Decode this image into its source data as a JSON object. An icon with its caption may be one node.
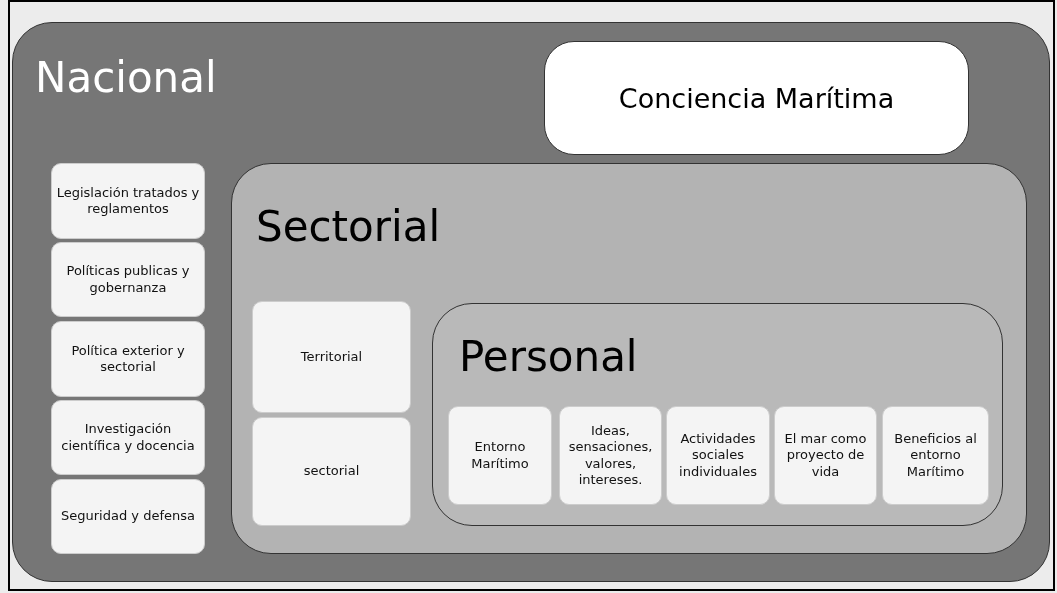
{
  "diagram": {
    "nodes": [
      {
        "text": [
          "Nacional"
        ]
      },
      {
        "text": [
          "Conciencia Marítima"
        ],
        "in": 0
      },
      {
        "text": [
          "Legislación tratados y reglamentos"
        ],
        "in": 0
      },
      {
        "text": [
          "Políticas publicas y gobernanza"
        ],
        "in": 0
      },
      {
        "text": [
          "Política exterior y sectorial"
        ],
        "in": 0
      },
      {
        "text": [
          "Investigación científica y docencia"
        ],
        "in": 0
      },
      {
        "text": [
          "Seguridad y defensa"
        ],
        "in": 0
      },
      {
        "text": [
          "Sectorial"
        ],
        "in": 0
      },
      {
        "text": [
          "Territorial"
        ],
        "in": 7
      },
      {
        "text": [
          "sectorial"
        ],
        "in": 7
      },
      {
        "text": [
          "Personal"
        ],
        "in": 7
      },
      {
        "text": [
          "Entorno Marítimo"
        ],
        "in": 10
      },
      {
        "text": [
          "Ideas, sensaciones, valores, intereses."
        ],
        "in": 10
      },
      {
        "text": [
          "Actividades sociales individuales"
        ],
        "in": 10
      },
      {
        "text": [
          "El mar como proyecto de vida"
        ],
        "in": 10
      },
      {
        "text": [
          "Beneficios al entorno Marítimo"
        ],
        "in": 10
      }
    ]
  }
}
